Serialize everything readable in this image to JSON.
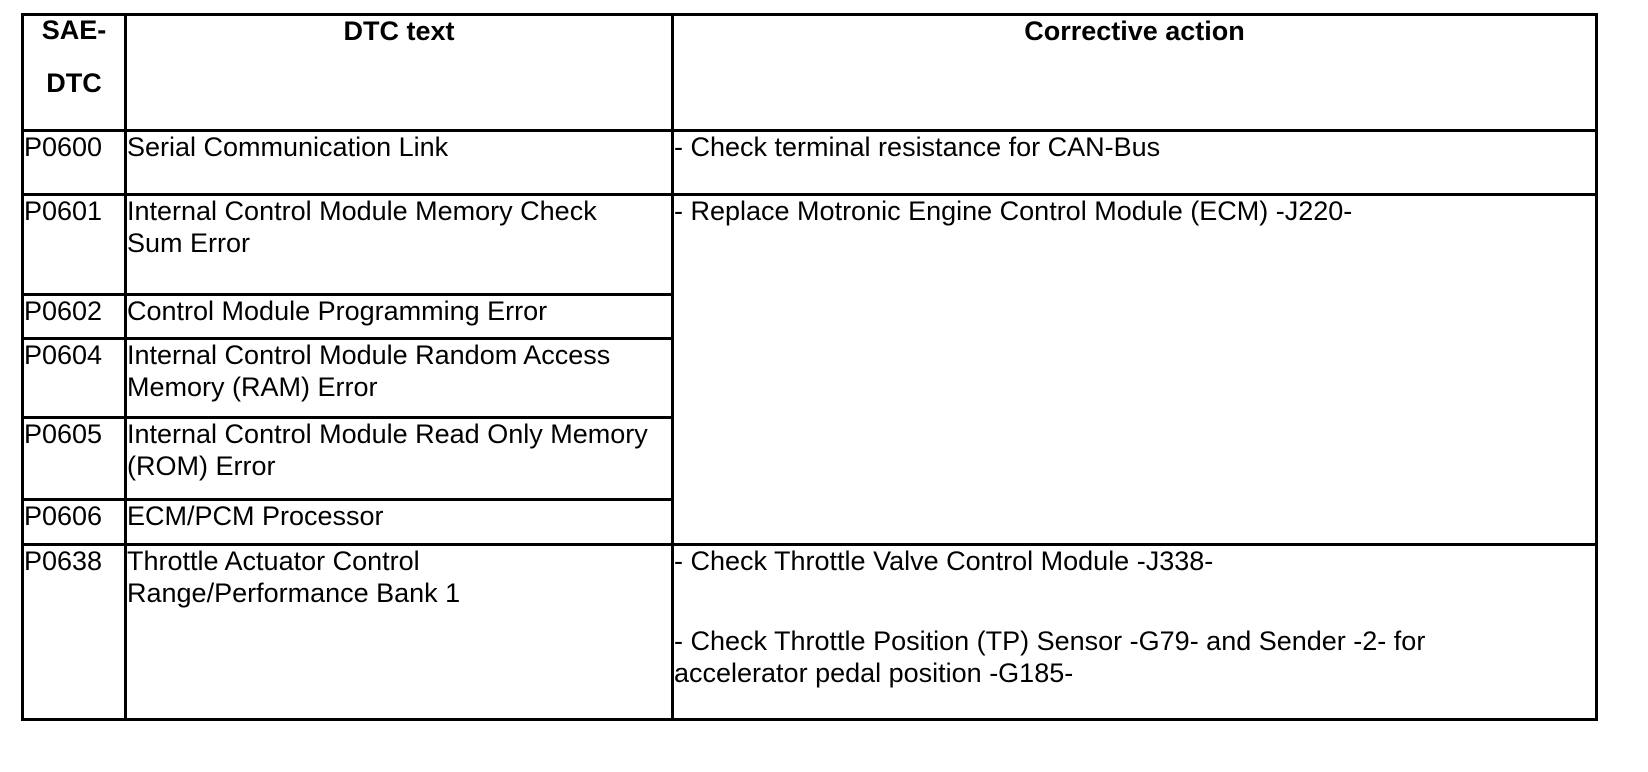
{
  "document": {
    "type": "diagnostic-trouble-code-table"
  },
  "table": {
    "headers": {
      "code_line1": "SAE-",
      "code_line2": "DTC",
      "dtc_text": "DTC text",
      "corrective_action": "Corrective action"
    },
    "rows": [
      {
        "code": "P0600",
        "dtc_text_lines": [
          "Serial Communication Link"
        ],
        "corrective_action": {
          "rowspan": 1,
          "paragraphs": [
            [
              "- Check terminal resistance for CAN-Bus"
            ]
          ]
        }
      },
      {
        "code": "P0601",
        "dtc_text_lines": [
          "Internal Control Module Memory Check",
          "Sum Error"
        ],
        "corrective_action": {
          "rowspan": 5,
          "paragraphs": [
            [
              "- Replace Motronic Engine Control Module (ECM) -J220-"
            ]
          ]
        }
      },
      {
        "code": "P0602",
        "dtc_text_lines": [
          "Control Module Programming Error"
        ]
      },
      {
        "code": "P0604",
        "dtc_text_lines": [
          "Internal Control Module Random Access",
          "Memory (RAM) Error"
        ]
      },
      {
        "code": "P0605",
        "dtc_text_lines": [
          "Internal Control Module Read Only Memory",
          "(ROM) Error"
        ]
      },
      {
        "code": "P0606",
        "dtc_text_lines": [
          "ECM/PCM Processor"
        ]
      },
      {
        "code": "P0638",
        "dtc_text_lines": [
          "Throttle Actuator Control",
          "Range/Performance Bank 1"
        ],
        "corrective_action": {
          "rowspan": 1,
          "paragraphs": [
            [
              "- Check Throttle Valve Control Module -J338-"
            ],
            [
              "- Check Throttle Position (TP) Sensor -G79- and Sender -2- for",
              "accelerator pedal position -G185-"
            ]
          ]
        }
      }
    ]
  },
  "colors": {
    "border": "#000000",
    "text": "#000000",
    "background": "#ffffff"
  }
}
